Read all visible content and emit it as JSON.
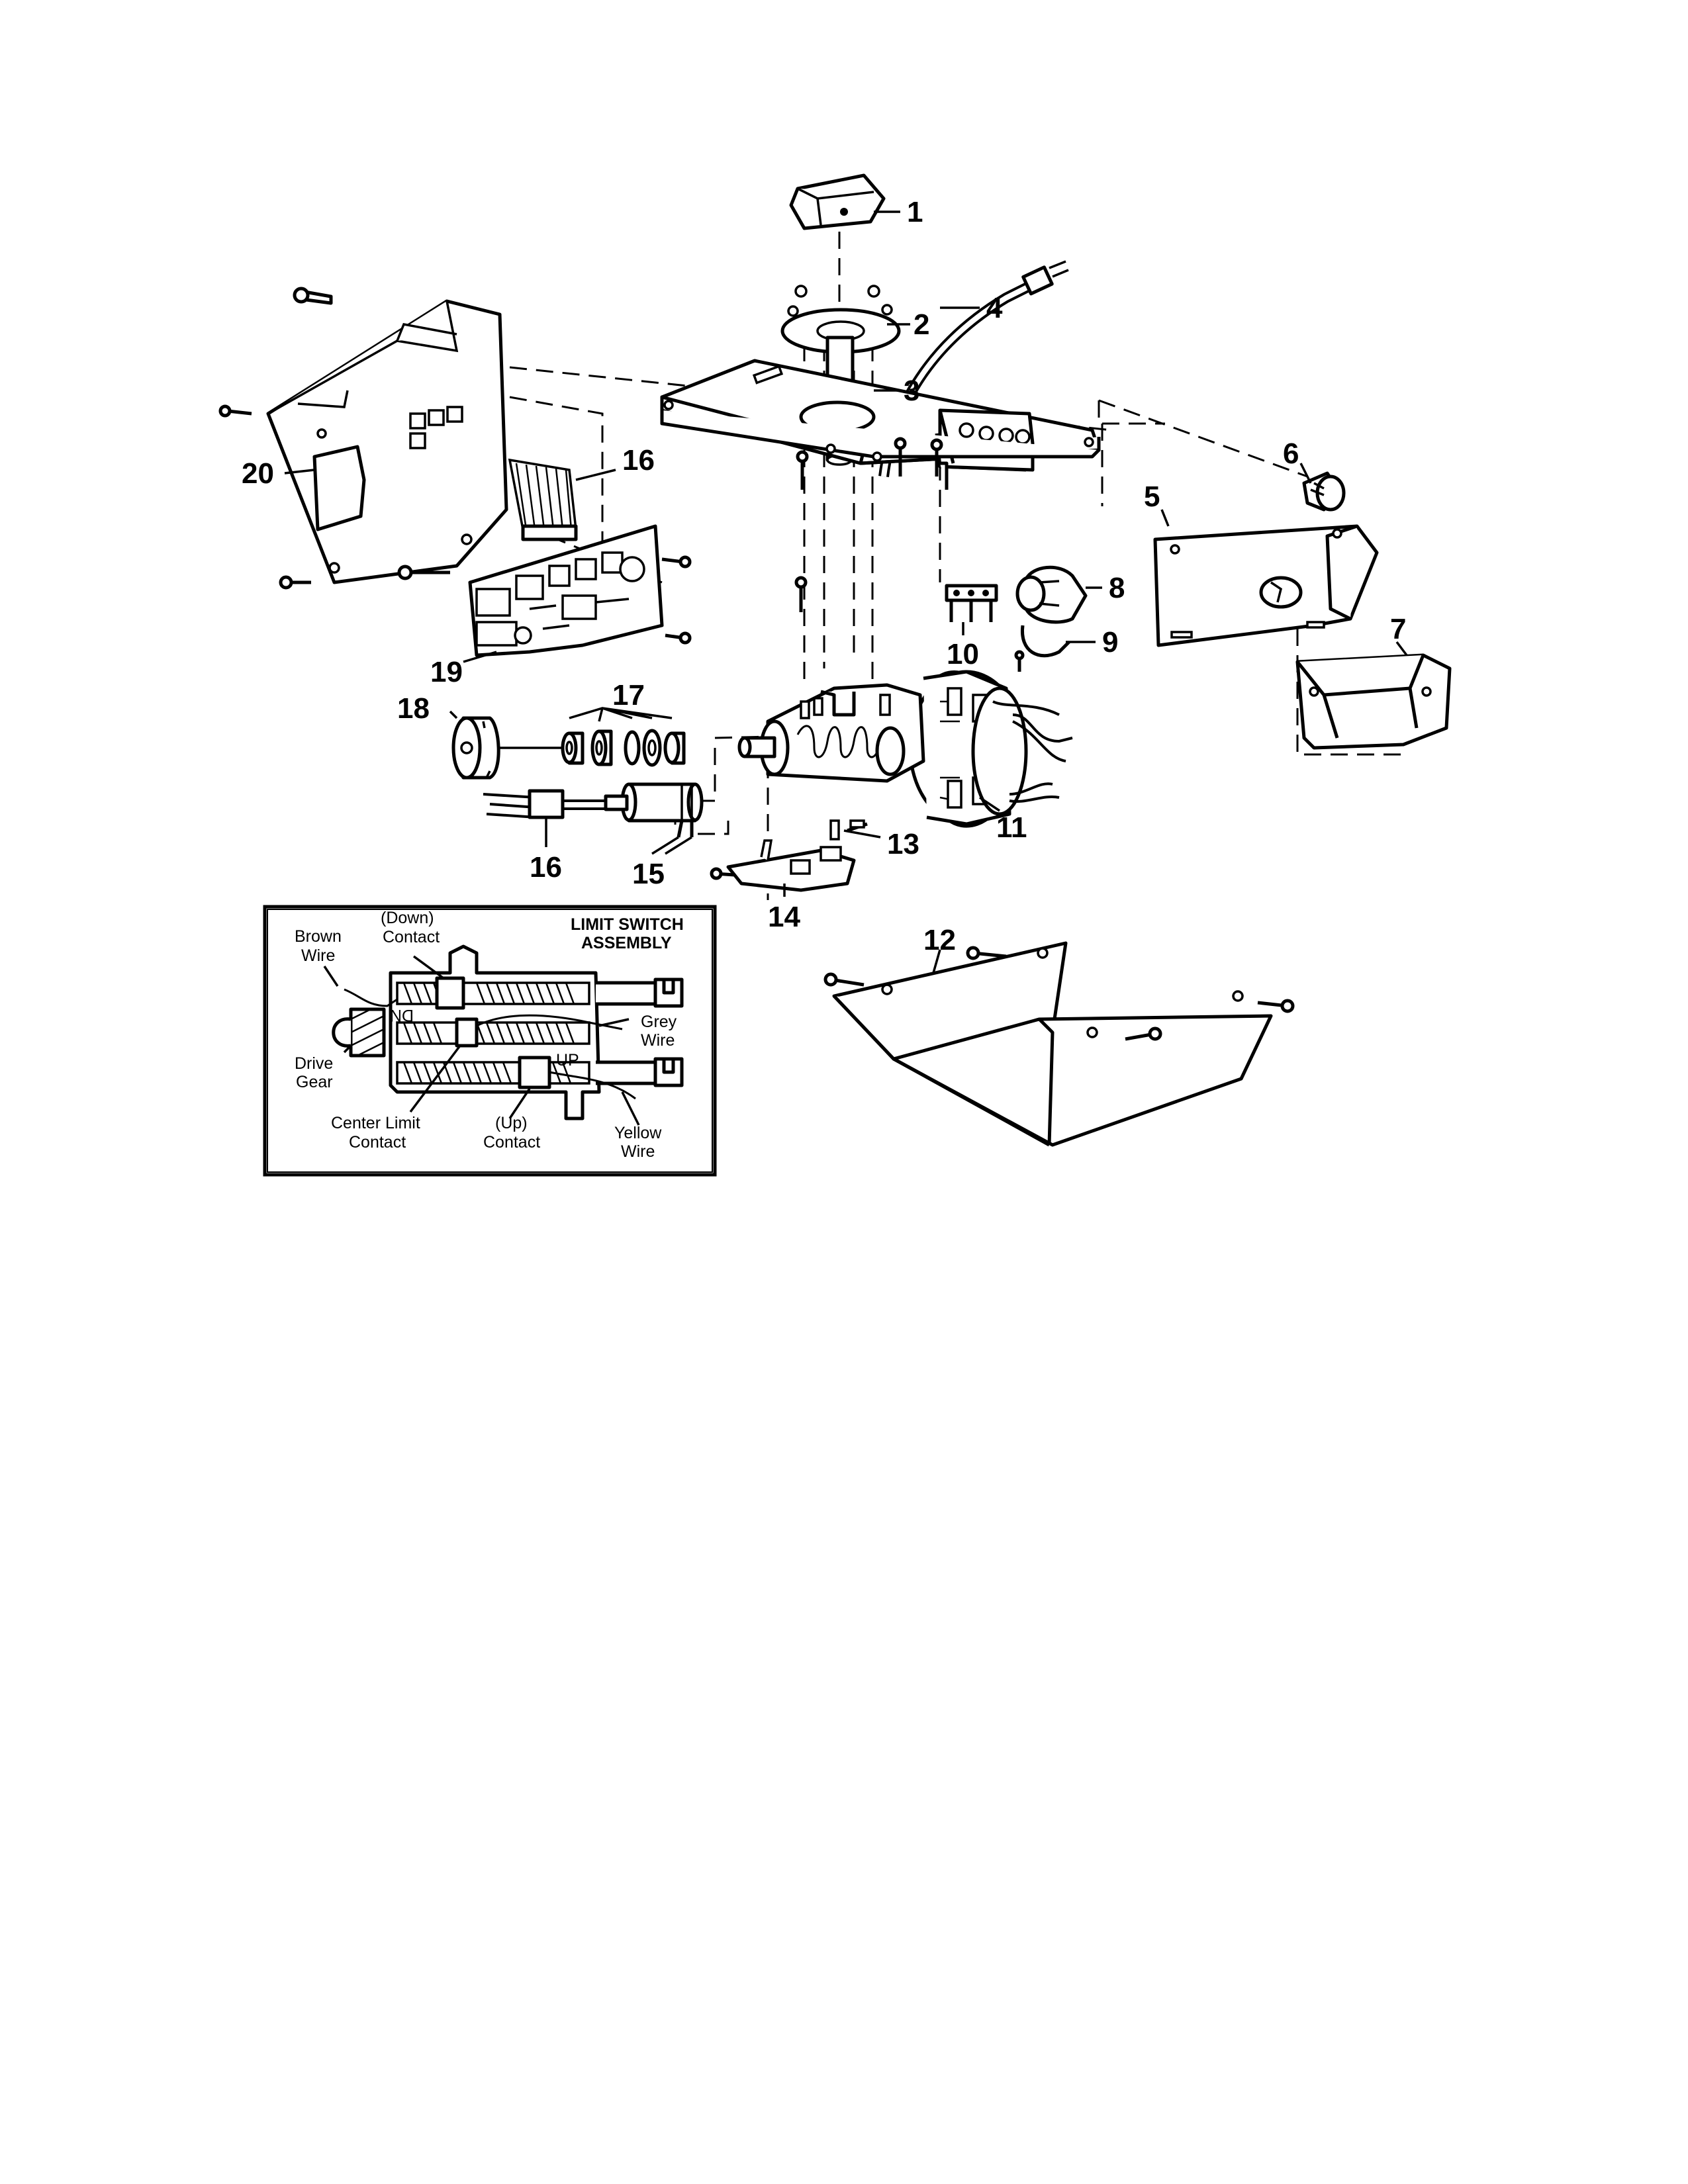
{
  "callouts": [
    {
      "id": "1",
      "text": "1"
    },
    {
      "id": "2",
      "text": "2"
    },
    {
      "id": "3",
      "text": "3"
    },
    {
      "id": "4",
      "text": "4"
    },
    {
      "id": "5",
      "text": "5"
    },
    {
      "id": "6",
      "text": "6"
    },
    {
      "id": "7",
      "text": "7"
    },
    {
      "id": "8",
      "text": "8"
    },
    {
      "id": "9",
      "text": "9"
    },
    {
      "id": "10",
      "text": "10"
    },
    {
      "id": "11",
      "text": "11"
    },
    {
      "id": "12",
      "text": "12"
    },
    {
      "id": "13",
      "text": "13"
    },
    {
      "id": "14",
      "text": "14"
    },
    {
      "id": "15",
      "text": "15"
    },
    {
      "id": "16a",
      "text": "16"
    },
    {
      "id": "16b",
      "text": "16"
    },
    {
      "id": "17",
      "text": "17"
    },
    {
      "id": "18",
      "text": "18"
    },
    {
      "id": "19",
      "text": "19"
    },
    {
      "id": "20",
      "text": "20"
    }
  ],
  "inset": {
    "title_line1": "LIMIT SWITCH",
    "title_line2": "ASSEMBLY",
    "labels": {
      "brown_1": "Brown",
      "brown_2": "Wire",
      "down_1": "(Down)",
      "down_2": "Contact",
      "grey_1": "Grey",
      "grey_2": "Wire",
      "drive_1": "Drive",
      "drive_2": "Gear",
      "center_1": "Center Limit",
      "center_2": "Contact",
      "up_1": "(Up)",
      "up_2": "Contact",
      "yellow_1": "Yellow",
      "yellow_2": "Wire",
      "dn_mark": "DN",
      "up_mark": "UP"
    }
  }
}
